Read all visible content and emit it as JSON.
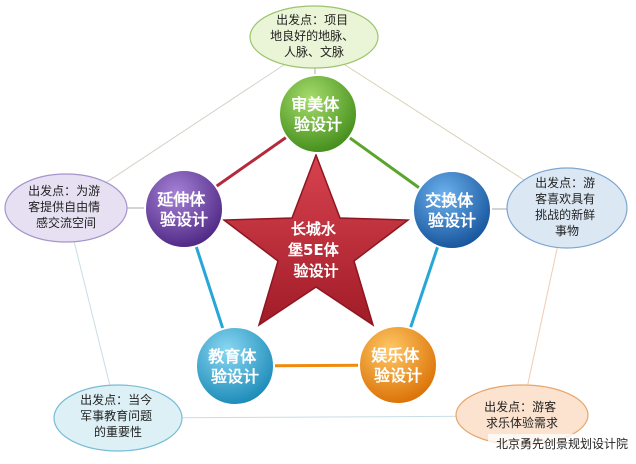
{
  "center": {
    "lines": [
      "长城水",
      "堡5E体",
      "验设计"
    ]
  },
  "modules": [
    {
      "id": "aesthetic",
      "lines": [
        "审美体",
        "验设计"
      ],
      "color": "#5aa52a"
    },
    {
      "id": "exchange",
      "lines": [
        "交换体",
        "验设计"
      ],
      "color": "#1f6fc4"
    },
    {
      "id": "entertainment",
      "lines": [
        "娱乐体",
        "验设计"
      ],
      "color": "#f08a0c"
    },
    {
      "id": "education",
      "lines": [
        "教育体",
        "验设计"
      ],
      "color": "#27a7d6"
    },
    {
      "id": "extension",
      "lines": [
        "延伸体",
        "验设计"
      ],
      "color": "#6b3fa0"
    }
  ],
  "notes": [
    {
      "id": "aesthetic",
      "lines": [
        "出发点：项目",
        "地良好的地脉、",
        "人脉、文脉"
      ],
      "fill": "#eaf4d6",
      "stroke": "#9cc46c"
    },
    {
      "id": "exchange",
      "lines": [
        "出发点：游",
        "客喜欢具有",
        "挑战的新鲜",
        "事物"
      ],
      "fill": "#dbe8f4",
      "stroke": "#7ea6cf"
    },
    {
      "id": "entertainment",
      "lines": [
        "出发点：游客",
        "求乐体验需求"
      ],
      "fill": "#fbe3cf",
      "stroke": "#e8a56a"
    },
    {
      "id": "education",
      "lines": [
        "出发点：当今",
        "军事教育问题",
        "的重要性"
      ],
      "fill": "#dcf0f6",
      "stroke": "#78bcd6"
    },
    {
      "id": "extension",
      "lines": [
        "出发点：为游",
        "客提供自由情",
        "感交流空间"
      ],
      "fill": "#e6e0f2",
      "stroke": "#a595cc"
    }
  ],
  "edge_colors": [
    "#5aa52a",
    "#27a7d6",
    "#f08a0c",
    "#27a7d6",
    "#b5293c"
  ],
  "watermark": "北京勇先创景规划设计院"
}
